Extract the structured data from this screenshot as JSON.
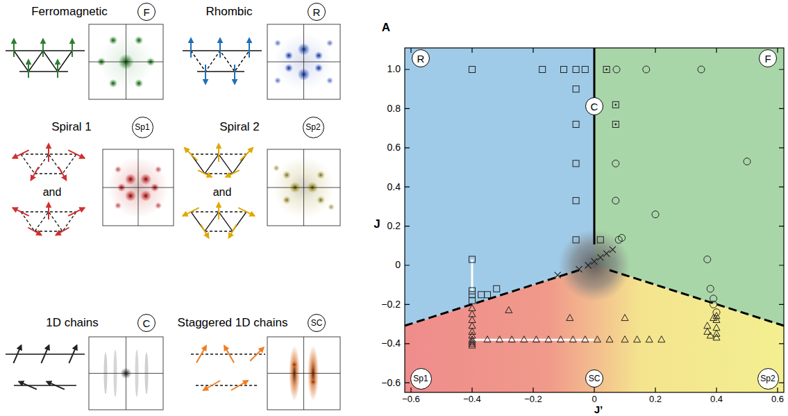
{
  "diagram": {
    "nodes": [
      {
        "text": [
          "F"
        ]
      },
      {
        "text": [
          "R"
        ]
      },
      {
        "text": [
          "Sp1"
        ]
      },
      {
        "text": [
          "Sp2"
        ]
      },
      {
        "text": [
          "C"
        ]
      },
      {
        "text": [
          "SC"
        ]
      },
      {
        "text": [
          "R"
        ]
      },
      {
        "text": [
          "F"
        ]
      },
      {
        "text": [
          "C"
        ]
      },
      {
        "text": [
          "Sp1"
        ]
      },
      {
        "text": [
          "SC"
        ]
      },
      {
        "text": [
          "Sp2"
        ]
      }
    ],
    "labels": [
      "Ferromagnetic",
      "Rhombic",
      "Spiral 1",
      "Spiral 2",
      "and",
      "and",
      "1D chains",
      "Staggered 1D chains",
      "A",
      "1.0",
      "0.8",
      "0.6",
      "0.4",
      "0.2",
      "0",
      "−0.2",
      "−0.4",
      "−0.6",
      "J",
      "−0.6",
      "−0.4",
      "−0.2",
      "0",
      "0.2",
      "0.4",
      "0.6",
      "J’"
    ]
  }
}
